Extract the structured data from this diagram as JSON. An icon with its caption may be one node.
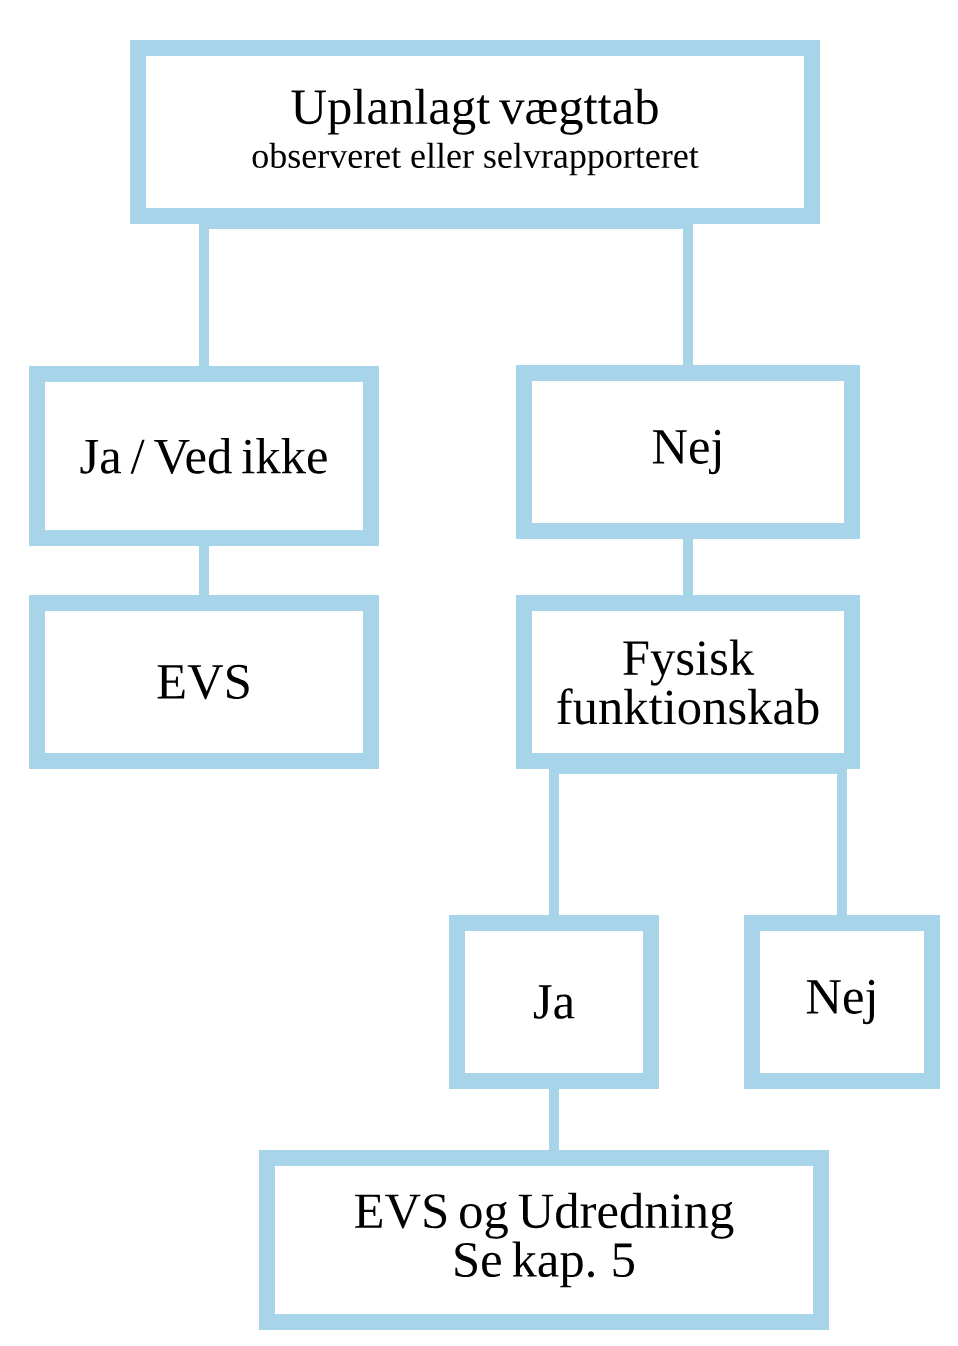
{
  "diagram": {
    "nodes": [
      {
        "text": [
          "Uplanlagt vægttab",
          "observeret eller selvrapporteret"
        ]
      },
      {
        "text": [
          "Ja / Ved ikke"
        ]
      },
      {
        "text": [
          "Nej"
        ]
      },
      {
        "text": [
          "EVS"
        ]
      },
      {
        "text": [
          "Fysisk funktionskab"
        ]
      },
      {
        "text": [
          "Ja"
        ]
      },
      {
        "text": [
          "Nej"
        ]
      },
      {
        "text": [
          "EVS og Udredning Se kap. 5"
        ]
      }
    ],
    "edges": [
      {
        "from": 0,
        "to": 1,
        "arrow": "none"
      },
      {
        "from": 0,
        "to": 2,
        "arrow": "none"
      },
      {
        "from": 1,
        "to": 3,
        "arrow": "none"
      },
      {
        "from": 2,
        "to": 4,
        "arrow": "none"
      },
      {
        "from": 4,
        "to": 5,
        "arrow": "none"
      },
      {
        "from": 4,
        "to": 6,
        "arrow": "none"
      },
      {
        "from": 5,
        "to": 7,
        "arrow": "none"
      }
    ]
  }
}
